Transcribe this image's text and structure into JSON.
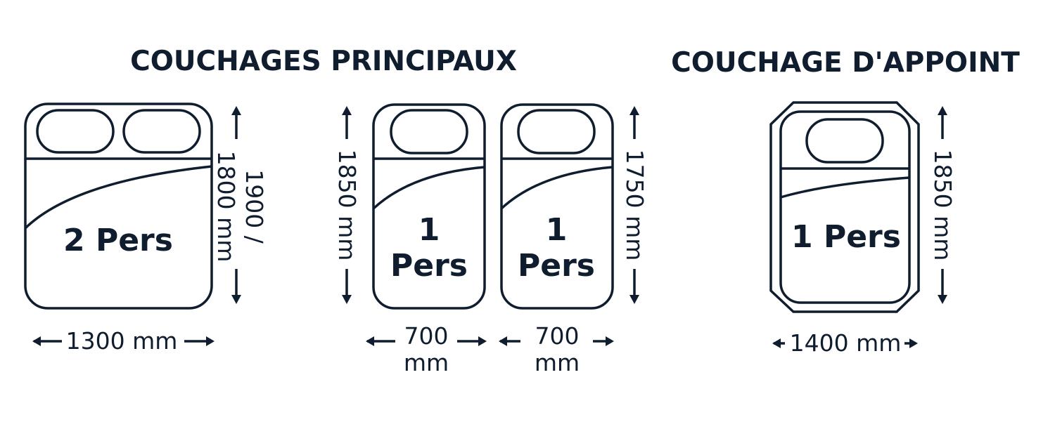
{
  "headings": {
    "main": "COUCHAGES PRINCIPAUX",
    "extra": "COUCHAGE D'APPOINT"
  },
  "beds": {
    "double": {
      "label": "2 Pers",
      "width": "1300 mm",
      "length_line1": "1900 /",
      "length_line2": "1800 mm"
    },
    "single_left": {
      "label_line1": "1",
      "label_line2": "Pers",
      "width_line1": "700",
      "width_line2": "mm",
      "length": "1850 mm"
    },
    "single_right": {
      "label_line1": "1",
      "label_line2": "Pers",
      "width_line1": "700",
      "width_line2": "mm",
      "length": "1750 mm"
    },
    "extra": {
      "label": "1 Pers",
      "width": "1400 mm",
      "length": "1850 mm"
    }
  },
  "colors": {
    "ink": "#0f1d2e",
    "background": "#ffffff"
  }
}
